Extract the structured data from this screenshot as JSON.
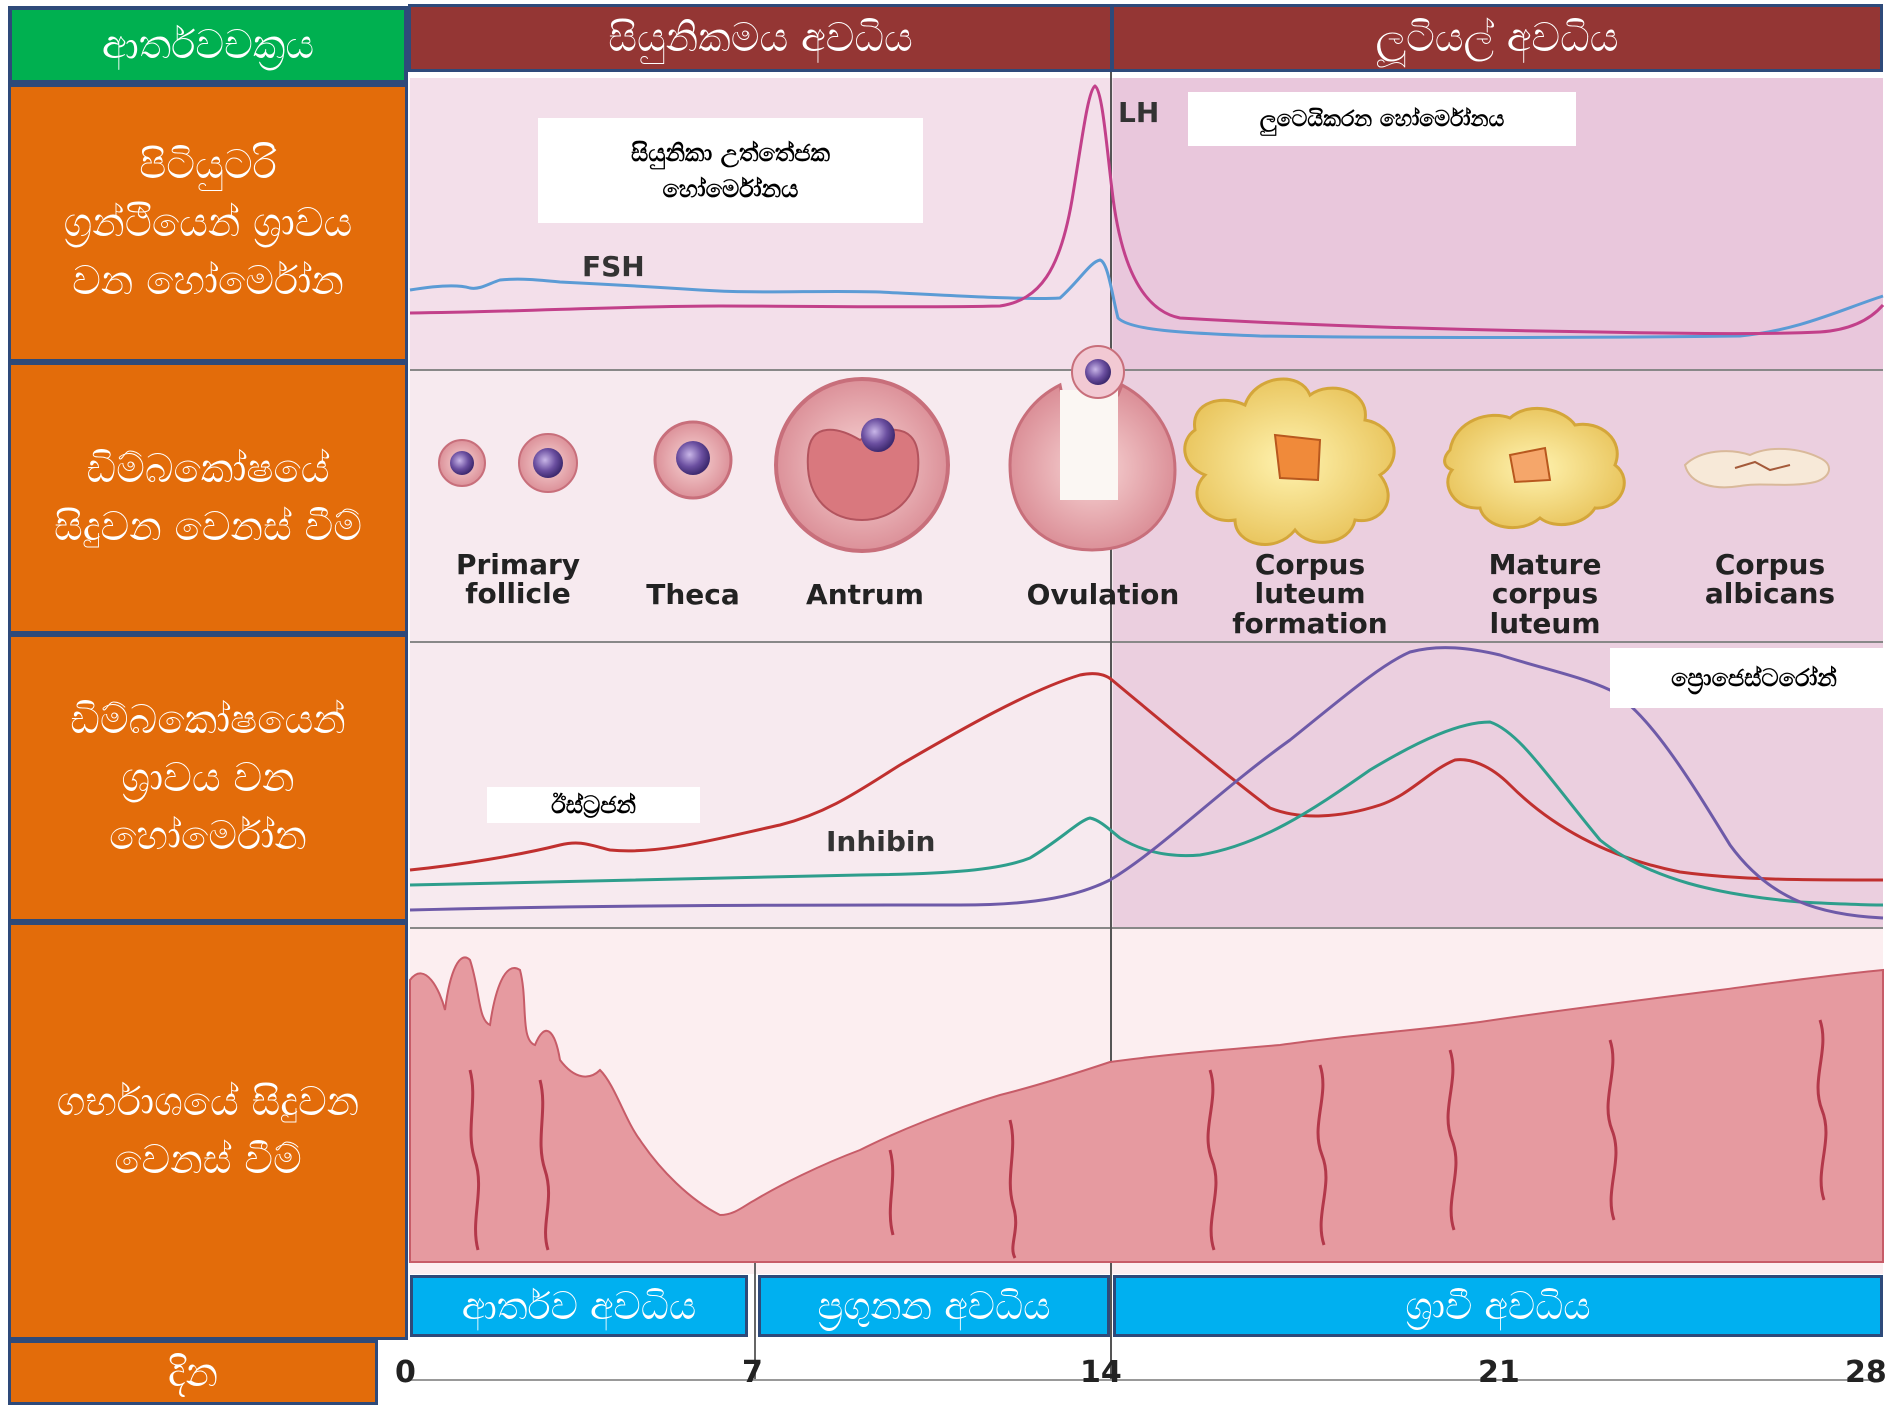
{
  "header": {
    "cycle_label": "ආර්තවචක්‍රය",
    "follicular_phase": "සියුනිකමය අවධිය",
    "luteal_phase": "ලූටියල් අවධිය"
  },
  "rows": {
    "pituitary": "පිටියුටරි\nග්‍රන්ථියෙන් ශ්‍රාවය\nවන හෝර්මෝන",
    "ovary_changes": "ඩිම්බකෝෂයේ\nසිදුවන වෙනස් වීම්",
    "ovary_hormones": "ඩිම්බකෝෂයෙන්\nශ්‍රාවය වන\nහෝර්මෝන",
    "uterus_changes": "ගර්භාශයේ සිදුවන\nවෙනස් වීම්",
    "days": "දින"
  },
  "hormone_labels": {
    "fsh_box": "සියුනිකා උත්තේජක\nහෝර්මෝනය",
    "fsh": "FSH",
    "lh": "LH",
    "lh_box": "ලුටෙයිකරන හෝර්මෝනය",
    "estrogen_box": "ඊස්ට්‍රජන්",
    "inhibin": "Inhibin",
    "progesterone_box": "ප්‍රොජෙස්ටරෝන්"
  },
  "ovary_stages": [
    {
      "label": "Primary\nfollicle"
    },
    {
      "label": "Theca"
    },
    {
      "label": "Antrum"
    },
    {
      "label": "Ovulation"
    },
    {
      "label": "Corpus\nluteum\nformation"
    },
    {
      "label": "Mature\ncorpus\nluteum"
    },
    {
      "label": "Corpus\nalbicans"
    }
  ],
  "uterine_phases": {
    "menstrual": "ආර්තව අවධිය",
    "proliferative": "ප්‍රගුනන අවධිය",
    "secretory": "ශ්‍රාවී අවධිය"
  },
  "days": [
    "0",
    "7",
    "14",
    "21",
    "28"
  ],
  "colors": {
    "left_column": "#E36C0A",
    "header": "#943634",
    "cycle_cell": "#00B050",
    "phase_bar": "#00B0F0",
    "fsh": "#5B9BD5",
    "lh": "#C2408A",
    "estrogen": "#C0302F",
    "inhibin": "#2E9E8C",
    "progesterone": "#6E5AA8"
  }
}
